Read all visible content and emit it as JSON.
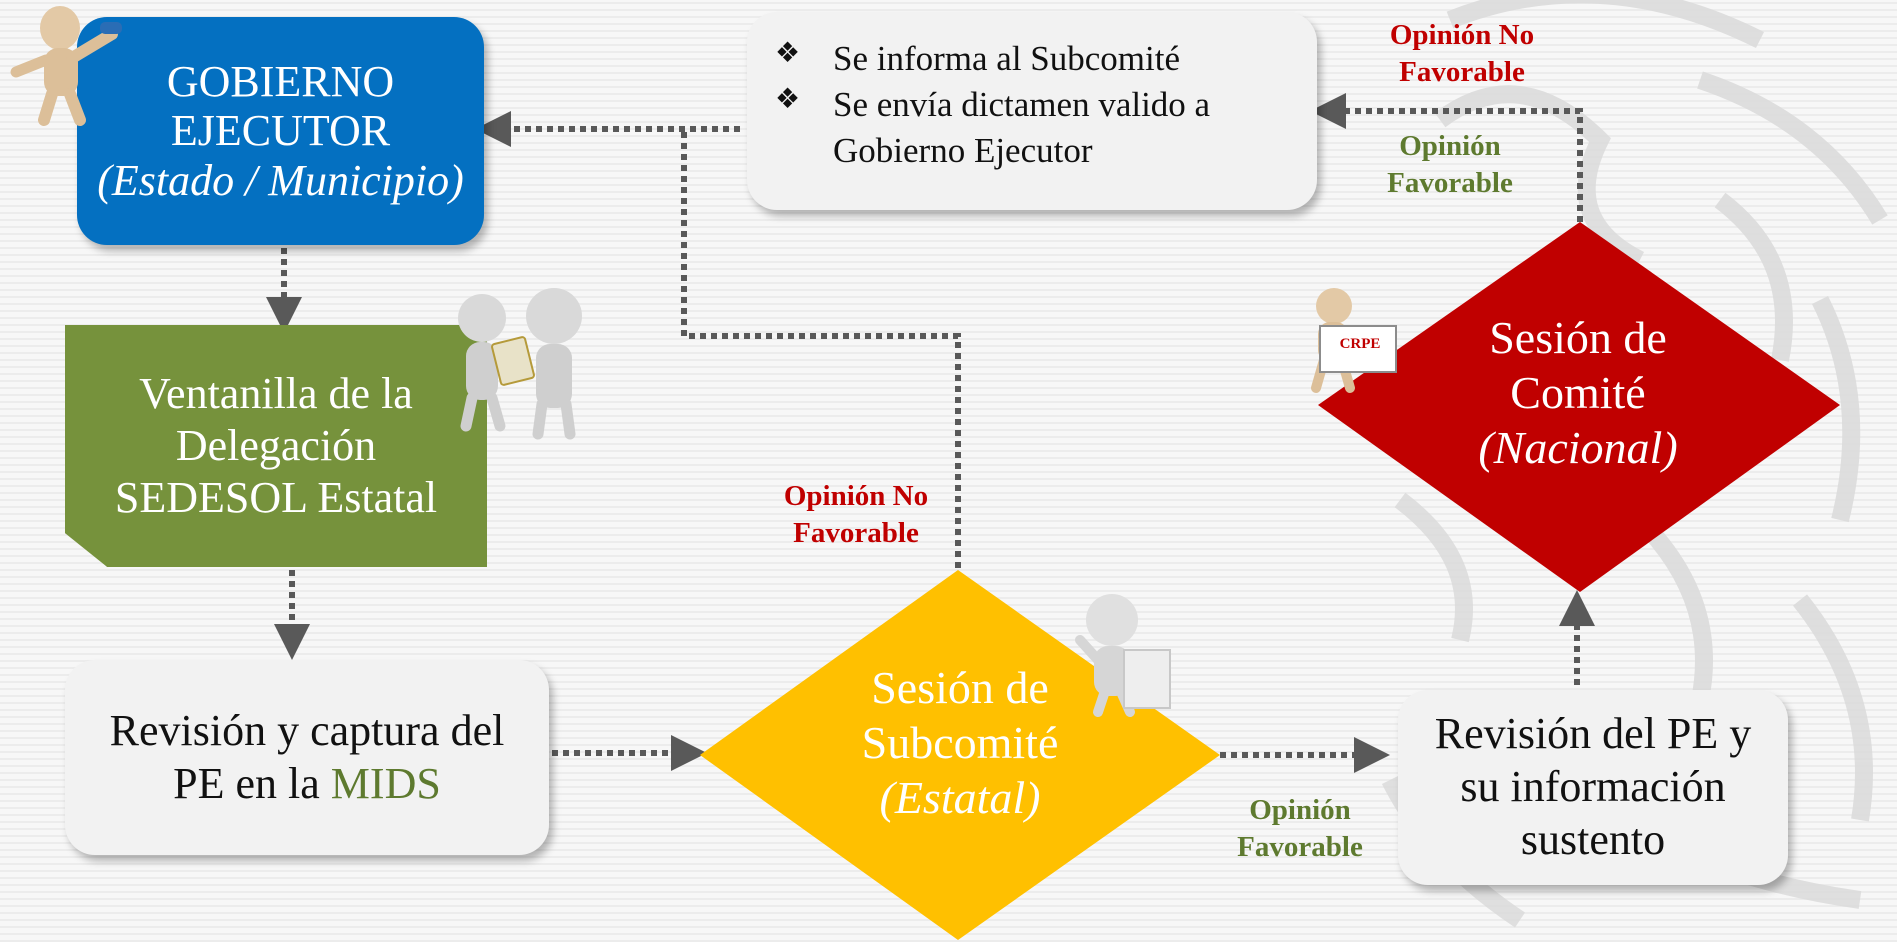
{
  "nodes": {
    "gobierno": {
      "line1": "GOBIERNO",
      "line2": "EJECUTOR",
      "line3": "(Estado / Municipio)"
    },
    "ventanilla": {
      "line1": "Ventanilla de la",
      "line2": "Delegación",
      "line3": "SEDESOL Estatal"
    },
    "revision_mids": {
      "line1": "Revisión y captura del",
      "line2_prefix": "PE en la ",
      "line2_highlight": "MIDS"
    },
    "subcomite": {
      "line1": "Sesión de",
      "line2": "Subcomité",
      "line3": "(Estatal)"
    },
    "revision_pe": {
      "line1": "Revisión del PE y",
      "line2": "su información",
      "line3": "sustento"
    },
    "comite": {
      "line1": "Sesión de",
      "line2": "Comité",
      "line3": "(Nacional)"
    },
    "informa": {
      "bullet": "❖",
      "items": [
        "Se informa al Subcomité",
        "Se envía dictamen valido a",
        "Gobierno Ejecutor"
      ]
    }
  },
  "edge_labels": {
    "subcomite_no": {
      "line1": "Opinión No",
      "line2": "Favorable"
    },
    "subcomite_si": {
      "line1": "Opinión",
      "line2": "Favorable"
    },
    "comite_no": {
      "line1": "Opinión No",
      "line2": "Favorable"
    },
    "comite_si": {
      "line1": "Opinión",
      "line2": "Favorable"
    }
  },
  "sign_text": "CRPE",
  "colors": {
    "blue": "#0470c1",
    "green": "#76923c",
    "yellow": "#ffc000",
    "red": "#c00000",
    "grey_box": "#f2f2f2",
    "connector": "#595959",
    "label_red": "#c00000",
    "label_green": "#5e7a2f"
  }
}
